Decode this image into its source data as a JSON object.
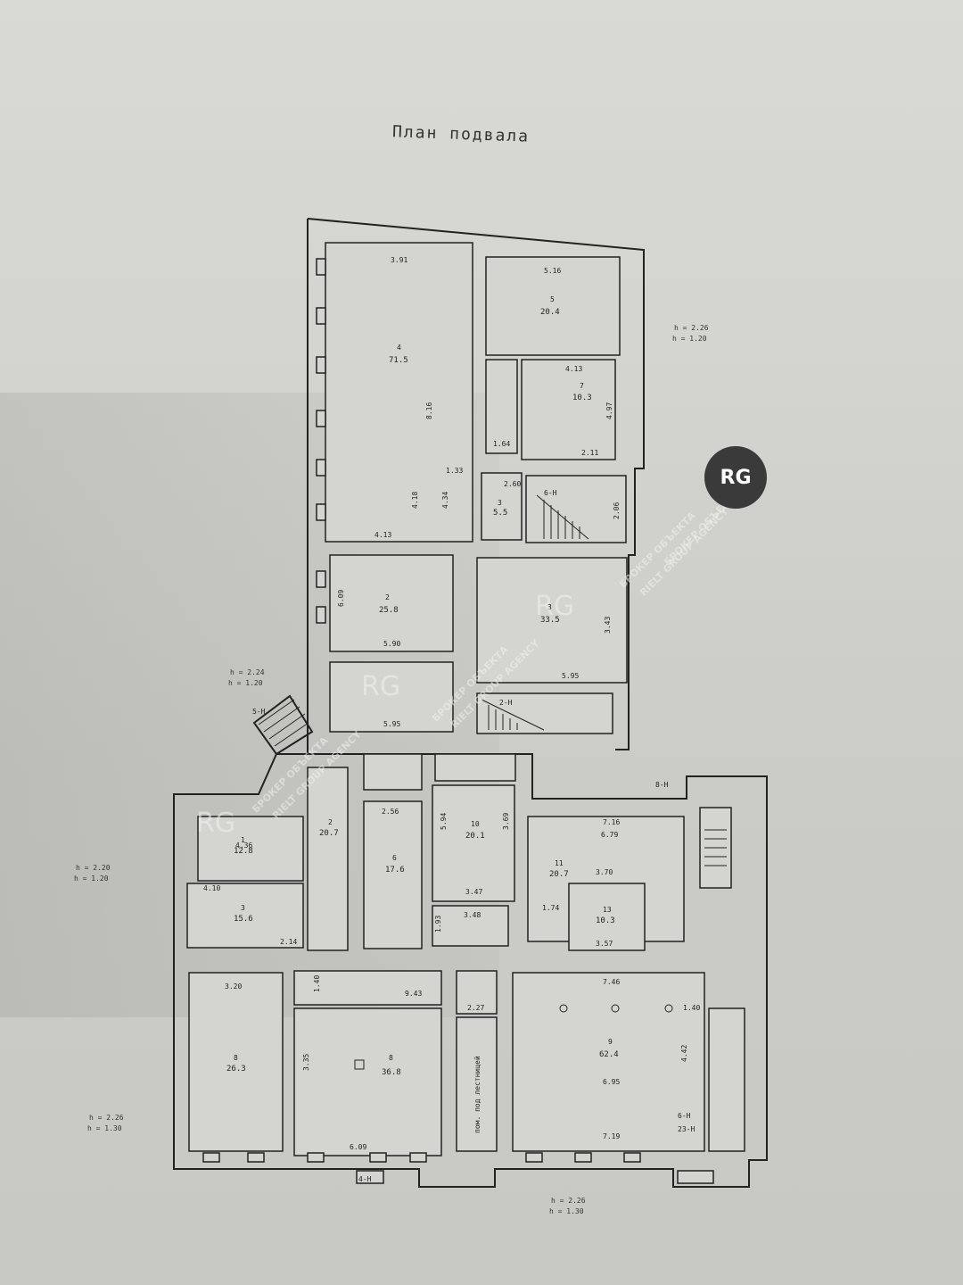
{
  "title": "План подвала",
  "logo": "RG",
  "watermark": {
    "rg": "RG",
    "line1": "БРОКЕР ОБЪЕКТА",
    "line2": "RIELT GROUP AGENCY"
  },
  "rooms": [
    {
      "id": "4",
      "area": "71.5"
    },
    {
      "id": "5",
      "area": "20.4"
    },
    {
      "id": "7",
      "area": "10.3"
    },
    {
      "id": "3",
      "area": "5.5"
    },
    {
      "id": "6-Н",
      "area": ""
    },
    {
      "id": "2",
      "area": "25.8"
    },
    {
      "id": "3",
      "area": "33.5"
    },
    {
      "id": "2-Н",
      "area": ""
    },
    {
      "id": "5-Н",
      "area": ""
    },
    {
      "id": "1",
      "area": "12.8"
    },
    {
      "id": "2",
      "area": "20.7"
    },
    {
      "id": "3",
      "area": "15.6"
    },
    {
      "id": "6",
      "area": "17.6"
    },
    {
      "id": "10",
      "area": "20.1"
    },
    {
      "id": "11",
      "area": "20.7"
    },
    {
      "id": "13",
      "area": "10.3"
    },
    {
      "id": "8",
      "area": "26.3"
    },
    {
      "id": "8",
      "area": "36.8"
    },
    {
      "id": "9",
      "area": "62.4"
    },
    {
      "id": "4-Н",
      "area": ""
    },
    {
      "id": "6-Н",
      "area": ""
    },
    {
      "id": "23-Н",
      "area": ""
    },
    {
      "id": "8-Н",
      "area": ""
    }
  ],
  "stairs_label": "пом. под лестницей",
  "heights": [
    {
      "h": "h = 2.26",
      "h2": "h = 1.20"
    },
    {
      "h": "h = 2.24",
      "h2": "h = 1.20"
    },
    {
      "h": "h = 2.20",
      "h2": "h = 1.20"
    },
    {
      "h": "h = 2.26",
      "h2": "h = 1.30"
    },
    {
      "h": "h = 2.26",
      "h2": "h = 1.30"
    }
  ],
  "dims": [
    "3.91",
    "5.16",
    "4.13",
    "8.16",
    "4.13",
    "4.18",
    "4.34",
    "1.33",
    "2.60",
    "2.06",
    "5.90",
    "6.09",
    "5.95",
    "3.43",
    "5.95",
    "2.56",
    "5.94",
    "3.69",
    "3.47",
    "3.48",
    "1.93",
    "7.16",
    "6.79",
    "3.70",
    "1.74",
    "3.57",
    "7.46",
    "1.40",
    "4.42",
    "6.95",
    "7.19",
    "4.36",
    "4.10",
    "2.14",
    "3.20",
    "1.40",
    "9.43",
    "2.27",
    "6.09",
    "3.35",
    "1.64",
    "2.11",
    "4.97"
  ]
}
